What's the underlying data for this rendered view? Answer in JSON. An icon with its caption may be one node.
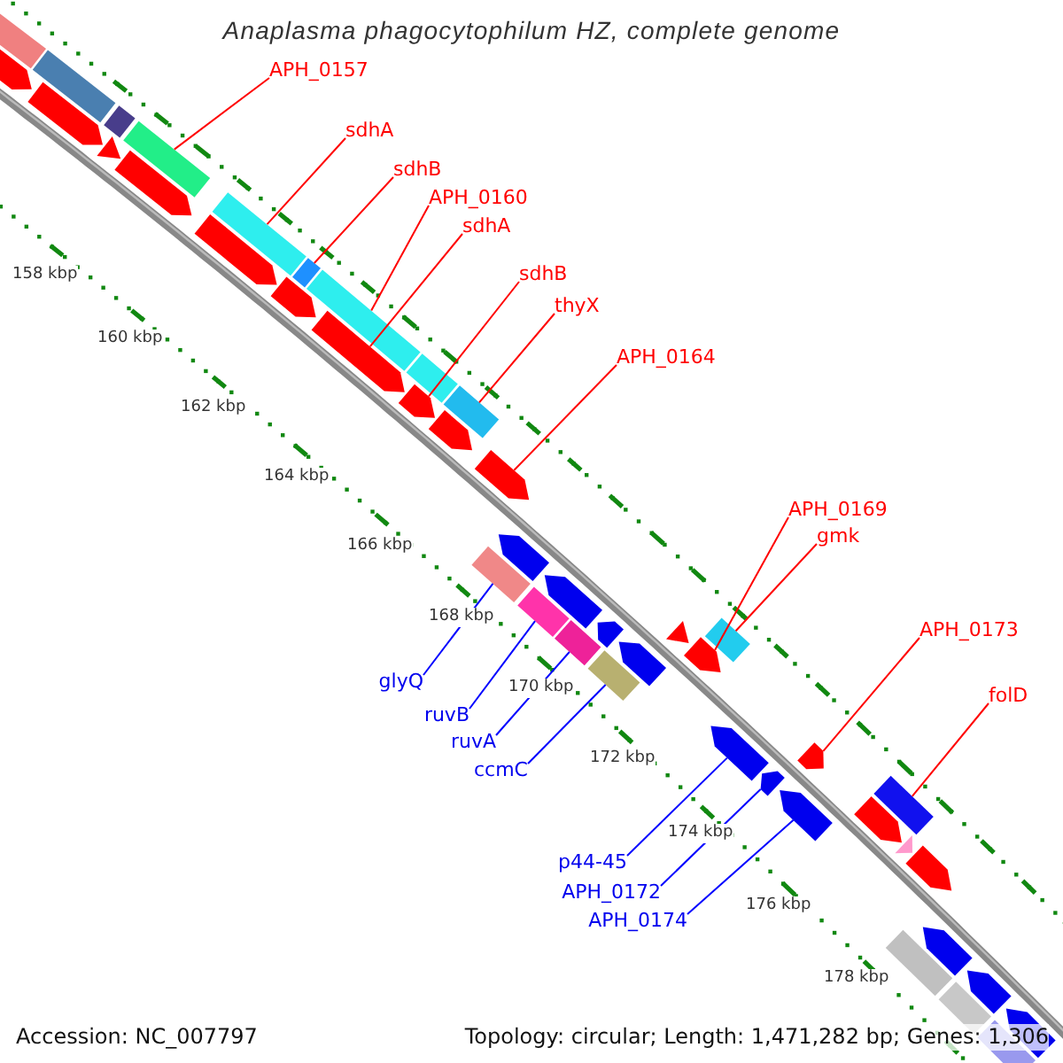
{
  "diagram": {
    "title": "Anaplasma phagocytophilum HZ, complete genome",
    "nodes": [
      {
        "text": [
          "APH_0157"
        ]
      },
      {
        "text": [
          "sdhA"
        ]
      },
      {
        "text": [
          "sdhB"
        ]
      },
      {
        "text": [
          "APH_0160"
        ]
      },
      {
        "text": [
          "sdhA"
        ]
      },
      {
        "text": [
          "sdhB"
        ]
      },
      {
        "text": [
          "thyX"
        ]
      },
      {
        "text": [
          "APH_0164"
        ]
      },
      {
        "text": [
          "APH_0169"
        ]
      },
      {
        "text": [
          "gmk"
        ]
      },
      {
        "text": [
          "APH_0173"
        ]
      },
      {
        "text": [
          "folD"
        ]
      },
      {
        "text": [
          "glyQ"
        ]
      },
      {
        "text": [
          "ruvB"
        ]
      },
      {
        "text": [
          "ruvA"
        ]
      },
      {
        "text": [
          "ccmC"
        ]
      },
      {
        "text": [
          "p44-45"
        ]
      },
      {
        "text": [
          "APH_0172"
        ]
      },
      {
        "text": [
          "APH_0174"
        ]
      },
      {
        "text": [],
        "shape": "box"
      },
      {
        "text": [],
        "shape": "box"
      },
      {
        "text": [],
        "shape": "box"
      },
      {
        "text": [],
        "shape": "box"
      },
      {
        "text": [],
        "shape": "arrow"
      },
      {
        "text": [],
        "shape": "arrow"
      },
      {
        "text": [],
        "shape": "box"
      },
      {
        "text": [],
        "shape": "arrow"
      },
      {
        "text": [],
        "shape": "arrow"
      },
      {
        "text": [],
        "shape": "box"
      },
      {
        "text": [],
        "shape": "arrow"
      },
      {
        "text": [],
        "shape": "box"
      },
      {
        "text": [],
        "shape": "box"
      },
      {
        "text": [],
        "shape": "box"
      },
      {
        "text": [],
        "shape": "box"
      },
      {
        "text": [],
        "shape": "box"
      },
      {
        "text": [],
        "shape": "arrow"
      },
      {
        "text": [],
        "shape": "arrow"
      },
      {
        "text": [],
        "shape": "arrow"
      },
      {
        "text": [],
        "shape": "box"
      },
      {
        "text": [],
        "shape": "box"
      },
      {
        "text": [],
        "shape": "box"
      },
      {
        "text": [],
        "shape": "box"
      },
      {
        "text": [],
        "shape": "arrow"
      },
      {
        "text": [],
        "shape": "arrow"
      },
      {
        "text": [],
        "shape": "triangle"
      },
      {
        "text": [],
        "shape": "arrow"
      },
      {
        "text": [],
        "shape": "arrow"
      },
      {
        "text": [],
        "shape": "arrow"
      },
      {
        "text": [],
        "shape": "arrow"
      },
      {
        "text": [],
        "shape": "triangle"
      },
      {
        "text": [],
        "shape": "arrow"
      },
      {
        "text": [],
        "shape": "triangle"
      },
      {
        "text": [],
        "shape": "arrow"
      },
      {
        "text": [],
        "shape": "arrow"
      },
      {
        "text": [],
        "shape": "arrow"
      },
      {
        "text": [],
        "shape": "arrow"
      },
      {
        "text": [],
        "shape": "arrow"
      },
      {
        "text": [],
        "shape": "arrow"
      },
      {
        "text": [],
        "shape": "arrow"
      },
      {
        "text": [],
        "shape": "arrow"
      },
      {
        "text": [],
        "shape": "box"
      },
      {
        "text": [],
        "shape": "box"
      },
      {
        "text": [],
        "shape": "box"
      }
    ],
    "edges": [
      {
        "from": 0,
        "to": 19,
        "arrow": "none"
      },
      {
        "from": 1,
        "to": 20,
        "arrow": "none"
      },
      {
        "from": 2,
        "to": 21,
        "arrow": "none"
      },
      {
        "from": 3,
        "to": 22,
        "arrow": "none"
      },
      {
        "from": 4,
        "to": 23,
        "arrow": "none"
      },
      {
        "from": 5,
        "to": 24,
        "arrow": "none"
      },
      {
        "from": 6,
        "to": 25,
        "arrow": "none"
      },
      {
        "from": 7,
        "to": 26,
        "arrow": "none"
      },
      {
        "from": 8,
        "to": 27,
        "arrow": "none"
      },
      {
        "from": 9,
        "to": 28,
        "arrow": "none"
      },
      {
        "from": 10,
        "to": 29,
        "arrow": "none"
      },
      {
        "from": 11,
        "to": 30,
        "arrow": "none"
      },
      {
        "from": 12,
        "to": 31,
        "arrow": "none",
        "color": "#0000ff"
      },
      {
        "from": 13,
        "to": 32,
        "arrow": "none",
        "color": "#0000ff"
      },
      {
        "from": 14,
        "to": 33,
        "arrow": "none",
        "color": "#0000ff"
      },
      {
        "from": 15,
        "to": 34,
        "arrow": "none",
        "color": "#0000ff"
      },
      {
        "from": 16,
        "to": 35,
        "arrow": "none",
        "color": "#0000ff"
      },
      {
        "from": 17,
        "to": 36,
        "arrow": "none",
        "color": "#0000ff"
      },
      {
        "from": 18,
        "to": 37,
        "arrow": "none",
        "color": "#0000ff"
      }
    ],
    "labels": [
      "158 kbp",
      "160 kbp",
      "162 kbp",
      "164 kbp",
      "166 kbp",
      "168 kbp",
      "170 kbp",
      "172 kbp",
      "174 kbp",
      "176 kbp",
      "178 kbp",
      "Accession: NC_007797",
      "Topology: circular; Length: 1,471,282 bp; Genes: 1,306"
    ]
  }
}
